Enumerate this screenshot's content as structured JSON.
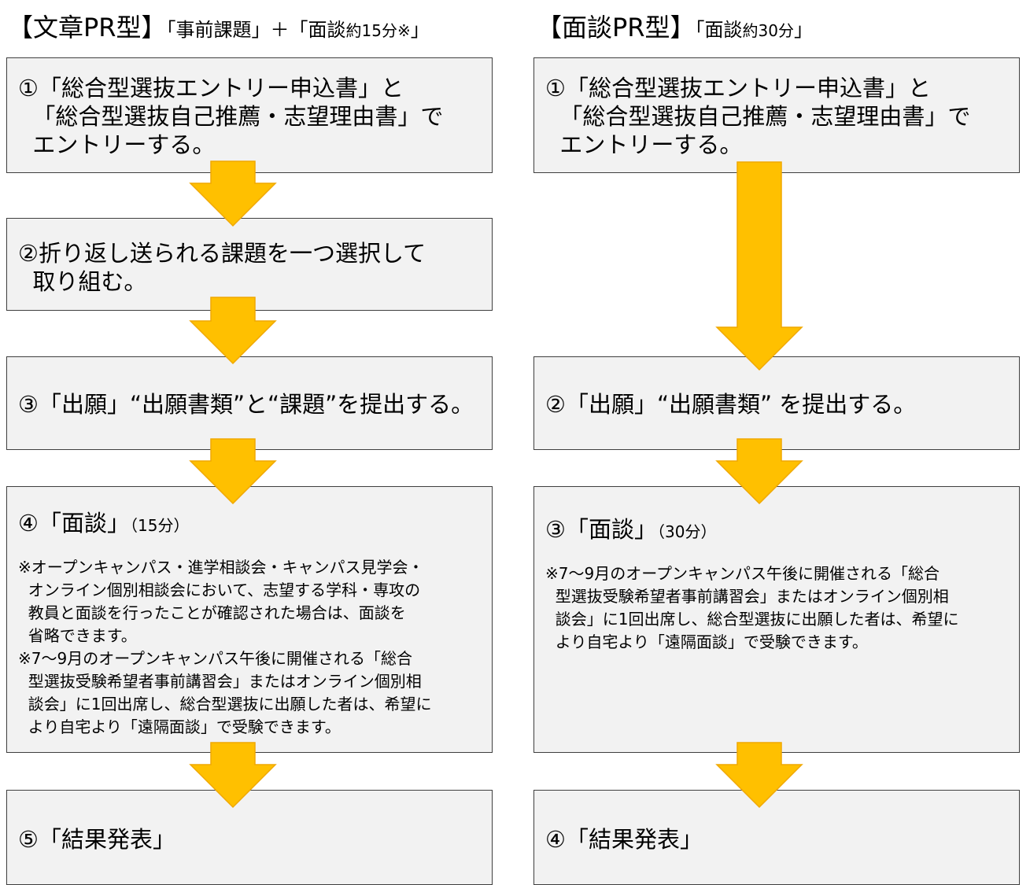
{
  "left": {
    "heading": {
      "main": "【文章PR型】",
      "part1": "「事前課題」＋「面談",
      "part2": "約15分※",
      "part3": "」"
    },
    "steps": [
      {
        "lines": "①「総合型選抜エントリー申込書」と\n  「総合型選抜自己推薦・志望理由書」で\n  エントリーする。"
      },
      {
        "lines": "②折り返し送られる課題を一つ選択して\n  取り組む。"
      },
      {
        "lines": "③「出願」“出願書類”と“課題”を提出する。"
      },
      {
        "title": "④「面談」",
        "sub": "（15分）",
        "notes": "※オープンキャンパス・進学相談会・キャンパス見学会・\n  オンライン個別相談会において、志望する学科・専攻の\n  教員と面談を行ったことが確認された場合は、面談を\n  省略できます。\n※7～9月のオープンキャンパス午後に開催される「総合\n  型選抜受験希望者事前講習会」またはオンライン個別相\n  談会」に1回出席し、総合型選抜に出願した者は、希望に\n  より自宅より「遠隔面談」で受験できます。"
      },
      {
        "lines": "⑤「結果発表」"
      }
    ]
  },
  "right": {
    "heading": {
      "main": "【面談PR型】",
      "part1": "「面談",
      "part2": "約30分",
      "part3": "」"
    },
    "steps": [
      {
        "lines": "①「総合型選抜エントリー申込書」と\n  「総合型選抜自己推薦・志望理由書」で\n  エントリーする。"
      },
      {
        "lines": "②「出願」“出願書類” を提出する。"
      },
      {
        "title": "③「面談」",
        "sub": "（30分）",
        "notes": "※7～9月のオープンキャンパス午後に開催される「総合\n  型選抜受験希望者事前講習会」またはオンライン個別相\n  談会」に1回出席し、総合型選抜に出願した者は、希望に\n  より自宅より「遠隔面談」で受験できます。"
      },
      {
        "lines": "④「結果発表」"
      }
    ]
  },
  "colors": {
    "box_fill": "#f2f2f2",
    "box_border": "#3f3f3f",
    "arrow_fill": "#ffc000",
    "arrow_stroke": "#f0a800"
  }
}
